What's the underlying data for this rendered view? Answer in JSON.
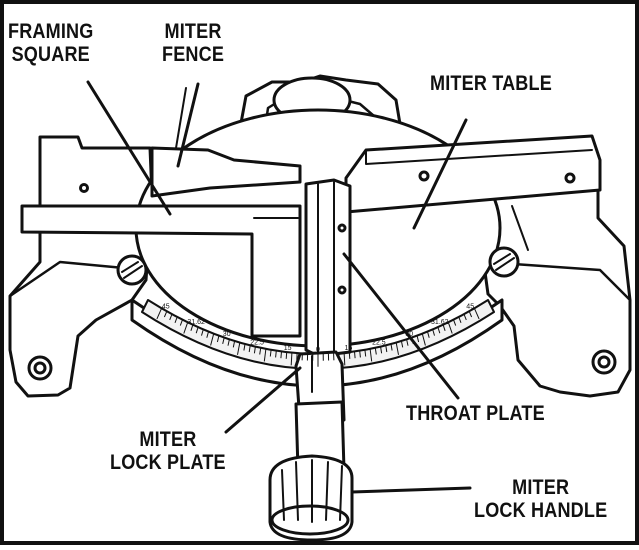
{
  "diagram": {
    "labels": {
      "framing_square": [
        "FRAMING",
        "SQUARE"
      ],
      "miter_fence": [
        "MITER",
        "FENCE"
      ],
      "miter_table": "MITER TABLE",
      "throat_plate": "THROAT PLATE",
      "miter_lock_plate": [
        "MITER",
        "LOCK PLATE"
      ],
      "miter_lock_handle": [
        "MITER",
        "LOCK HANDLE"
      ]
    },
    "scale_marks": [
      "45",
      "31.62",
      "30",
      "22.5",
      "15",
      "0",
      "15",
      "22.5",
      "30",
      "31.62",
      "45"
    ],
    "colors": {
      "ink": "#111111",
      "background": "#ffffff",
      "shade": "#9a9a9a"
    }
  }
}
